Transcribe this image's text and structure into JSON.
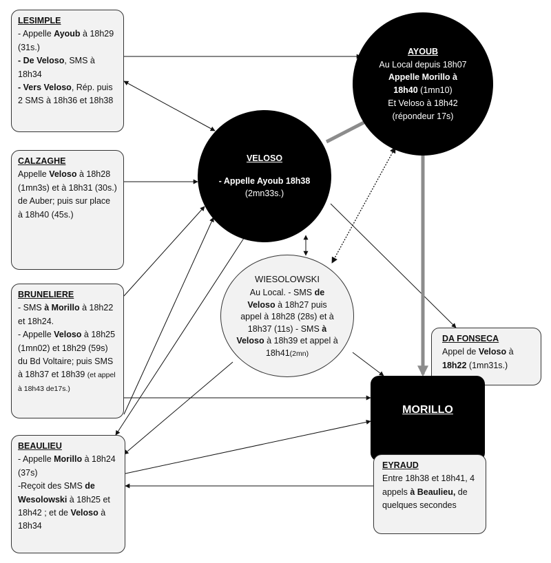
{
  "lesimple": {
    "title": "LESIMPLE",
    "l1a": "- Appelle ",
    "l1b": "Ayoub",
    "l1c": " à 18h29 (31s.)",
    "l2a": "- De Veloso",
    "l2b": ", SMS à 18h34",
    "l3a": "- Vers Veloso",
    "l3b": ", Rép. puis 2 SMS à 18h36 et 18h38"
  },
  "calzaghe": {
    "title": "CALZAGHE",
    "l1a": "Appelle ",
    "l1b": "Veloso",
    "l1c": " à 18h28 (1mn3s) et à 18h31 (30s.) de Auber; puis sur place à 18h40 (45s.)"
  },
  "bruneliere": {
    "title": "BRUNELIERE",
    "l1a": "- SMS ",
    "l1b": "à Morillo",
    "l1c": " à 18h22 et 18h24.",
    "l2a": "- Appelle ",
    "l2b": "Veloso",
    "l2c": " à 18h25 (1mn02) et 18h29 (59s) du Bd Voltaire; puis SMS à 18h37 et 18h39 ",
    "l2d": "(et appel à 18h43 de17s.)"
  },
  "beaulieu": {
    "title": "BEAULIEU",
    "l1a": "- Appelle ",
    "l1b": "Morillo",
    "l1c": " à 18h24 (37s)",
    "l2a": "-Reçoit des SMS ",
    "l2b": "de Wesolowski",
    "l2c": " à 18h25 et 18h42 ; et de ",
    "l2d": "Veloso",
    "l2e": " à 18h34"
  },
  "veloso": {
    "title": "VELOSO",
    "l1a": "- Appelle Ayoub 18h38",
    "l1b": " (2mn33s.)"
  },
  "ayoub": {
    "title": "AYOUB",
    "l1": "Au Local depuis 18h07",
    "l2a": "Appelle Morillo à 18h40",
    "l2b": " (1mn10)",
    "l3": "Et Veloso à 18h42 (répondeur 17s)"
  },
  "wiesolowski": {
    "title": "WIESOLOWSKI",
    "l1a": "Au Local. - SMS ",
    "l1b": "de Veloso",
    "l1c": " à 18h27 puis appel à 18h28 (28s) et à 18h37 (11s) - SMS ",
    "l1d": "à Veloso",
    "l1e": " à 18h39  et appel à 18h41",
    "l1f": "(2mn)"
  },
  "dafonseca": {
    "title": "DA FONSECA",
    "l1a": "Appel de ",
    "l1b": "Veloso",
    "l1c": " à ",
    "l1d": "18h22",
    "l1e": " (1mn31s.)"
  },
  "morillo": {
    "title": "MORILLO"
  },
  "eyraud": {
    "title": "EYRAUD",
    "l1a": "Entre 18h38 et 18h41, 4 appels ",
    "l1b": "à Beaulieu,",
    "l1c": " de quelques secondes"
  }
}
